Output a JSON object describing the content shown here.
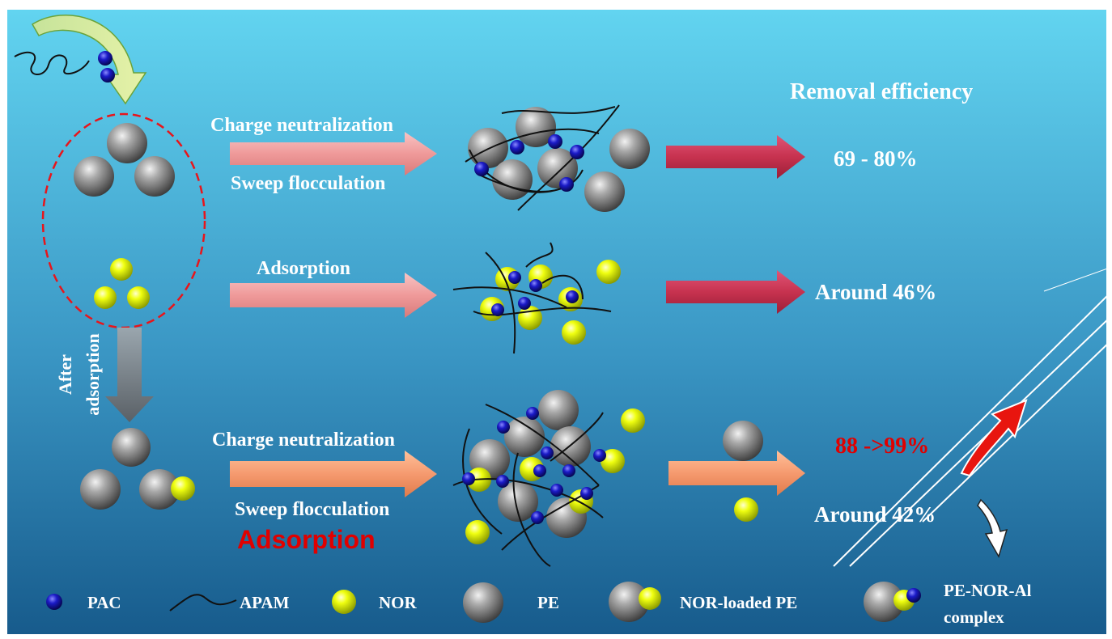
{
  "colors": {
    "bg_top": "#5fd1ee",
    "bg_bottom": "#1a5f8f",
    "text_white": "#ffffff",
    "text_red": "#e00000",
    "pac_blue": "#1b1bb8",
    "nor_yellow": "#f4ff00",
    "pe_gray": "#8a8a8a",
    "arrow_pink": "#f2a3a3",
    "arrow_crimson": "#c7324f",
    "arrow_orange": "#f59a6f"
  },
  "removal_title": "Removal efficiency",
  "rows": [
    {
      "process_top": "Charge neutralization",
      "process_bottom": "Sweep flocculation",
      "result": "69 - 80%"
    },
    {
      "process_top": "Adsorption",
      "result": "Around 46%"
    },
    {
      "process_top": "Charge neutralization",
      "process_bottom": "Sweep flocculation",
      "process_extra": "Adsorption",
      "result_up": "88 ->99%",
      "result_down": "Around 42%"
    }
  ],
  "after_adsorption": [
    "After",
    "adsorption"
  ],
  "legend": [
    {
      "icon": "pac-icon",
      "label": "PAC"
    },
    {
      "icon": "apam-icon",
      "label": "APAM"
    },
    {
      "icon": "nor-icon",
      "label": "NOR"
    },
    {
      "icon": "pe-icon",
      "label": "PE"
    },
    {
      "icon": "nor-loaded-pe-icon",
      "label": "NOR-loaded PE"
    },
    {
      "icon": "pe-nor-al-icon",
      "label": "PE-NOR-Al",
      "label2": "complex"
    }
  ]
}
